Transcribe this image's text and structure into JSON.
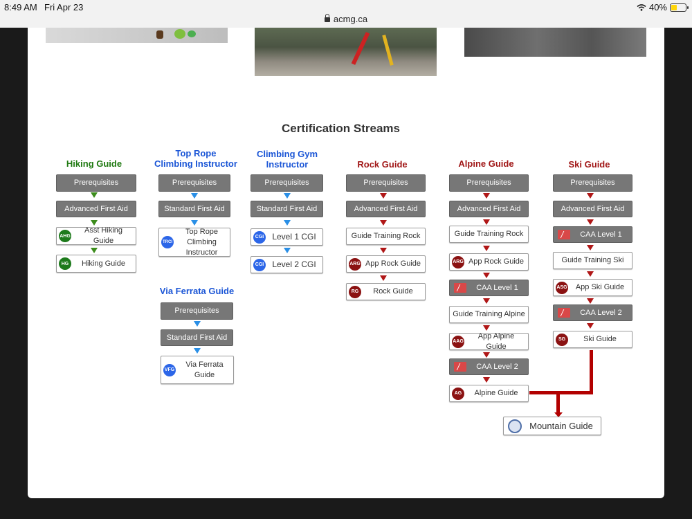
{
  "status_bar": {
    "time": "8:49 AM",
    "date": "Fri Apr 23",
    "url": "acmg.ca",
    "battery": "40%",
    "battery_level": 0.4
  },
  "section_title": "Certification Streams",
  "streams": {
    "hiking": {
      "title": "Hiking Guide",
      "steps": [
        "Prerequisites",
        "Advanced First Aid",
        "Asst Hiking Guide",
        "Hiking Guide"
      ],
      "badges": [
        "AHG",
        "HG"
      ]
    },
    "top_rope": {
      "title": "Top Rope Climbing Instructor",
      "title_line1": "Top Rope",
      "title_line2": "Climbing Instructor",
      "steps": [
        "Prerequisites",
        "Standard First Aid",
        "Top Rope Climbing Instructor"
      ],
      "final_line1": "Top Rope",
      "final_line2": "Climbing Instructor",
      "badges": [
        "TRCI"
      ]
    },
    "gym": {
      "title_line1": "Climbing Gym",
      "title_line2": "Instructor",
      "steps": [
        "Prerequisites",
        "Standard First Aid",
        "Level 1 CGI",
        "Level 2 CGI"
      ],
      "badges": [
        "CGI",
        "CGI"
      ]
    },
    "via_ferrata": {
      "title": "Via Ferrata Guide",
      "steps": [
        "Prerequisites",
        "Standard First Aid"
      ],
      "final_line1": "Via Ferrata",
      "final_line2": "Guide",
      "badges": [
        "VFG"
      ]
    },
    "rock": {
      "title": "Rock Guide",
      "steps": [
        "Prerequisites",
        "Advanced First Aid",
        "Guide Training Rock",
        "App Rock Guide",
        "Rock Guide"
      ],
      "badges": [
        "ARG",
        "RG"
      ]
    },
    "alpine": {
      "title": "Alpine Guide",
      "steps": [
        "Prerequisites",
        "Advanced First Aid",
        "Guide Training Rock",
        "App Rock Guide",
        "CAA Level 1",
        "Guide Training Alpine",
        "App Alpine Guide",
        "CAA Level 2",
        "Alpine Guide"
      ],
      "badges": [
        "ARG",
        "AAG",
        "AG"
      ]
    },
    "ski": {
      "title": "Ski Guide",
      "steps": [
        "Prerequisites",
        "Advanced First Aid",
        "CAA Level 1",
        "Guide Training Ski",
        "App Ski Guide",
        "CAA Level 2",
        "Ski Guide"
      ],
      "badges": [
        "ASG",
        "SG"
      ]
    }
  },
  "final": {
    "label": "Mountain Guide"
  },
  "colors": {
    "green": "#207a12",
    "blue": "#1a55d6",
    "red": "#a11717",
    "gray_box": "#777777",
    "connector": "#b20000"
  }
}
